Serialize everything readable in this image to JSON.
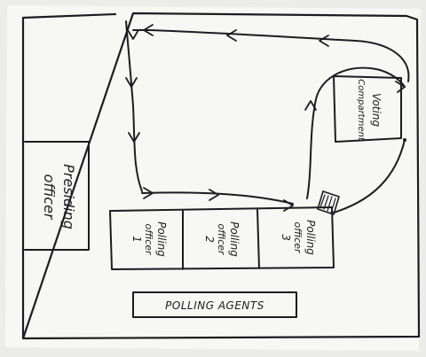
{
  "labels": {
    "voting_compartment_line1": "Voting",
    "voting_compartment_line2": "Compartment",
    "presiding_officer_line1": "Presiding",
    "presiding_officer_line2": "officer",
    "polling_officer_1_line1": "Polling",
    "polling_officer_1_line2": "officer",
    "polling_officer_1_number": "1",
    "polling_officer_2_line1": "Polling",
    "polling_officer_2_line2": "officer",
    "polling_officer_2_number": "2",
    "polling_officer_3_line1": "Polling",
    "polling_officer_3_line2": "officer",
    "polling_officer_3_number": "3",
    "polling_agents": "POLLING AGENTS"
  },
  "colors": {
    "paper": "#f7f7f3",
    "background": "#ececea",
    "ink": "#1c1c22"
  }
}
